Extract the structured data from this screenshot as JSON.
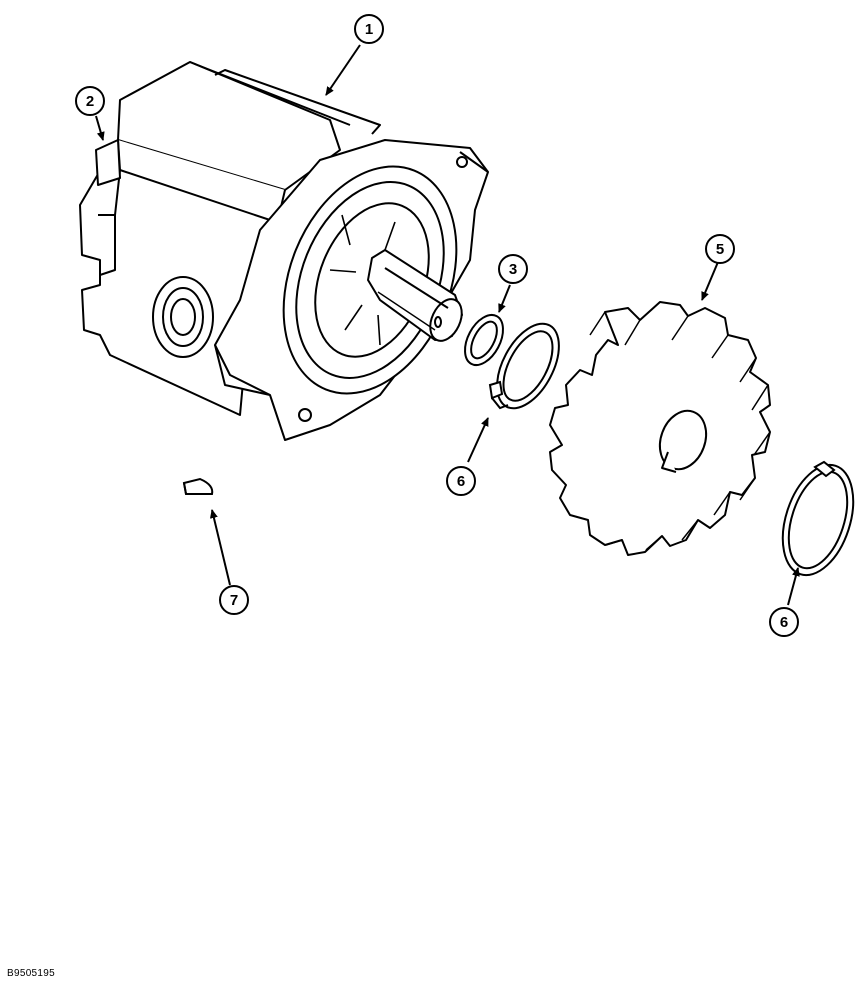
{
  "callouts": [
    {
      "id": "c1",
      "number": "1"
    },
    {
      "id": "c2",
      "number": "2"
    },
    {
      "id": "c3",
      "number": "3"
    },
    {
      "id": "c5",
      "number": "5"
    },
    {
      "id": "c6a",
      "number": "6"
    },
    {
      "id": "c6b",
      "number": "6"
    },
    {
      "id": "c7",
      "number": "7"
    }
  ],
  "reference_code": "B9505195",
  "colors": {
    "ink": "#000000",
    "paper": "#ffffff"
  }
}
